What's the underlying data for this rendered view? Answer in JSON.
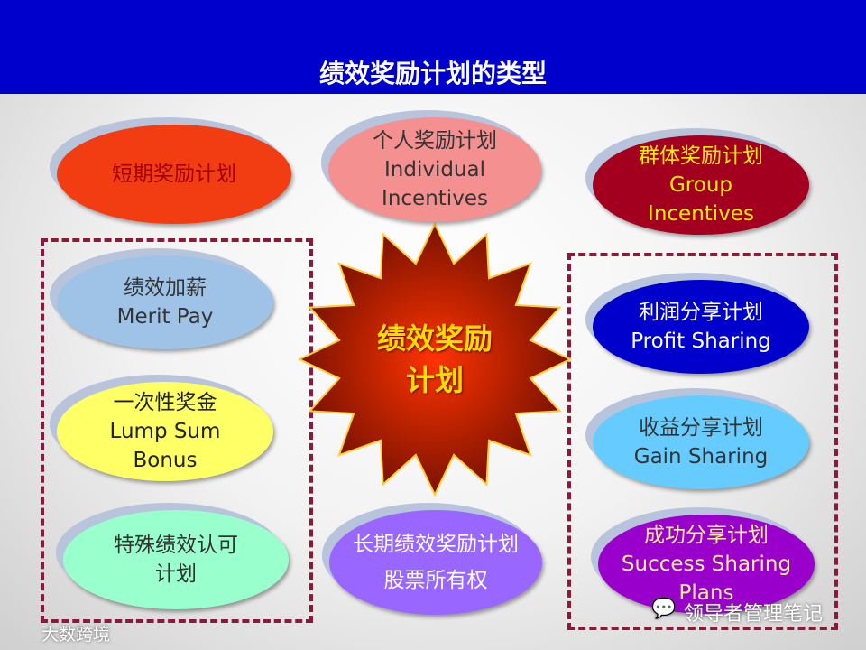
{
  "title": "绩效奖励计划的类型",
  "center": {
    "line1": "绩效奖励",
    "line2": "计划",
    "color": "#ffdd00"
  },
  "nodes": {
    "short_term": {
      "lines": [
        "短期奖励计划"
      ]
    },
    "individual": {
      "lines": [
        "个人奖励计划",
        "Individual",
        "Incentives"
      ]
    },
    "group": {
      "lines": [
        "群体奖励计划",
        "Group",
        "Incentives"
      ]
    },
    "merit": {
      "lines": [
        "绩效加薪",
        "Merit Pay"
      ]
    },
    "lump": {
      "lines": [
        "一次性奖金",
        "Lump Sum",
        "Bonus"
      ]
    },
    "special": {
      "lines": [
        "特殊绩效认可",
        "计划"
      ]
    },
    "long_term": {
      "lines": [
        "长期绩效奖励计划",
        "股票所有权"
      ]
    },
    "profit": {
      "lines": [
        "利润分享计划",
        "Profit Sharing"
      ]
    },
    "gain": {
      "lines": [
        "收益分享计划",
        "Gain Sharing"
      ]
    },
    "success": {
      "lines": [
        "成功分享计划",
        "Success Sharing",
        "Plans"
      ]
    }
  },
  "watermarks": {
    "left": "大数跨境",
    "right": "领导者管理笔记"
  },
  "colors": {
    "header": "#0000cc",
    "border": "#8b1a3a"
  }
}
